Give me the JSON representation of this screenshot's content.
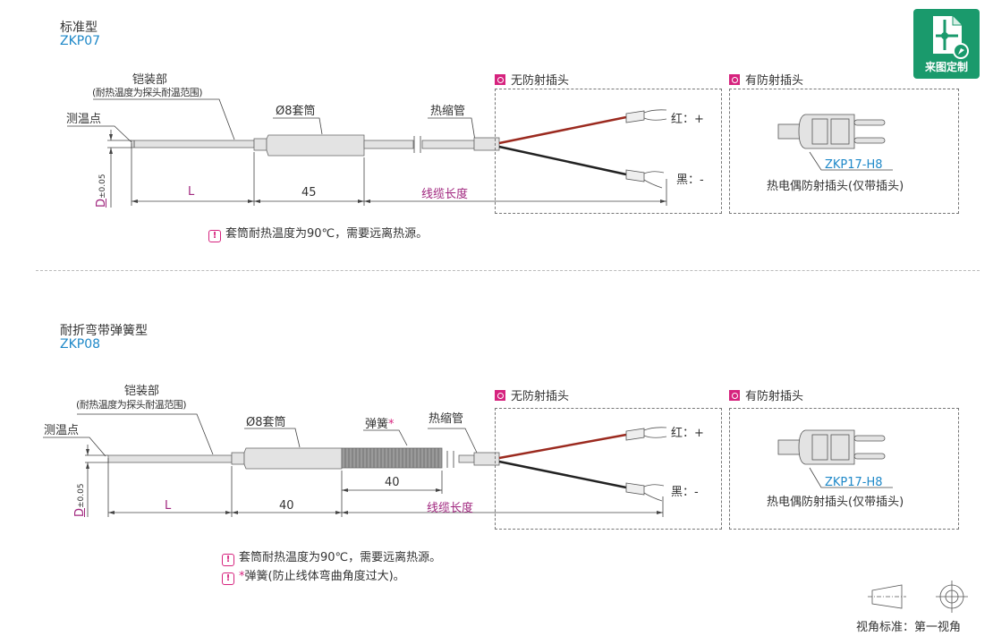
{
  "badge": {
    "label": "来图定制",
    "icon": "custom-drawing-icon",
    "color": "#1a9a6c"
  },
  "sections": [
    {
      "title": "标准型",
      "code": "ZKP07",
      "callouts": {
        "armor": "铠装部",
        "armor_note": "(耐热温度为探头耐温范围)",
        "measure_point": "测温点",
        "sleeve": "Ø8套筒",
        "shrink_tube": "热缩管"
      },
      "dims": {
        "d": "D",
        "d_tol": "±0.05",
        "l": "L",
        "sleeve_len": "45",
        "cable_len": "线缆长度"
      },
      "no_shield": {
        "header": "无防射插头",
        "red": "红：+",
        "black": "黑：-"
      },
      "with_shield": {
        "header": "有防射插头",
        "part_code": "ZKP17-H8",
        "part_desc": "热电偶防射插头(仅带插头)"
      },
      "notes": [
        "套筒耐热温度为90℃，需要远离热源。"
      ]
    },
    {
      "title": "耐折弯带弹簧型",
      "code": "ZKP08",
      "callouts": {
        "armor": "铠装部",
        "armor_note": "(耐热温度为探头耐温范围)",
        "measure_point": "测温点",
        "sleeve": "Ø8套筒",
        "spring": "弹簧",
        "spring_star": "*",
        "shrink_tube": "热缩管"
      },
      "dims": {
        "d": "D",
        "d_tol": "±0.05",
        "l": "L",
        "sleeve_len": "40",
        "spring_len": "40",
        "cable_len": "线缆长度"
      },
      "no_shield": {
        "header": "无防射插头",
        "red": "红：+",
        "black": "黑：-"
      },
      "with_shield": {
        "header": "有防射插头",
        "part_code": "ZKP17-H8",
        "part_desc": "热电偶防射插头(仅带插头)"
      },
      "notes": [
        "套筒耐热温度为90℃，需要远离热源。"
      ],
      "note2_star": "*",
      "note2": "弹簧(防止线体弯曲角度过大)。"
    }
  ],
  "view_standard": "视角标准：第一视角",
  "colors": {
    "accent": "#d6237e",
    "link": "#1e88c8",
    "dim": "#a0267e",
    "red_wire": "#9b2a1f",
    "black_wire": "#222222"
  },
  "note_icon": "!"
}
